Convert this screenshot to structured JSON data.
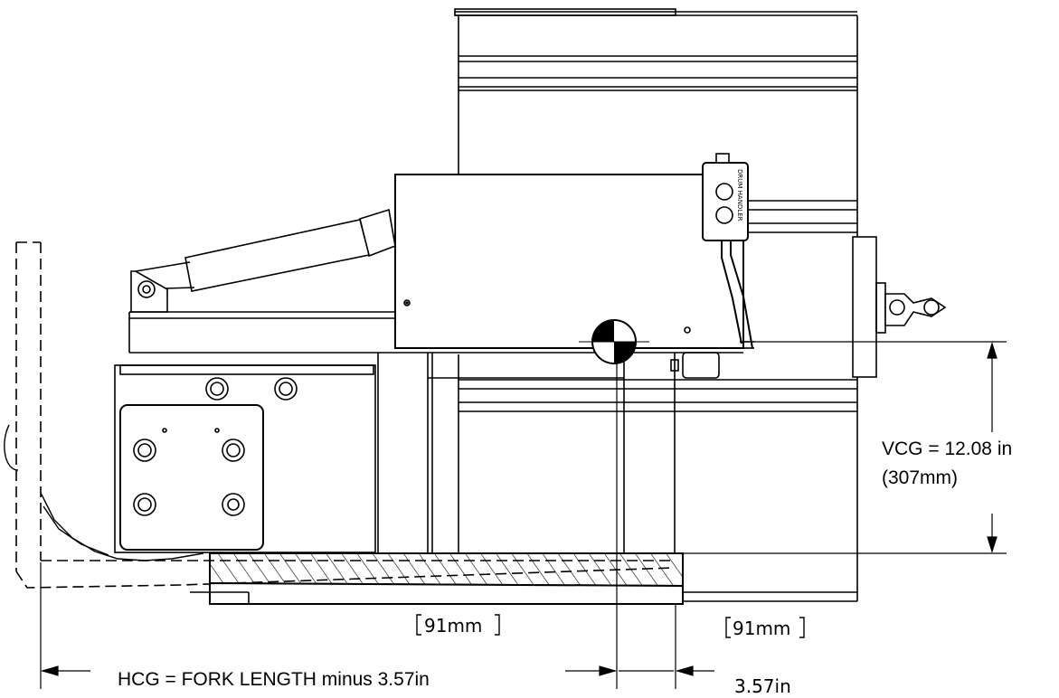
{
  "vcg": {
    "line1": "VCG = 12.08 in",
    "line2": "(307mm)"
  },
  "hcg": {
    "text": "HCG = FORK LENGTH minus 3.57in"
  },
  "dim_left": {
    "text": "91mm"
  },
  "dim_right": {
    "mm": "91mm",
    "inch": "3.57in"
  },
  "control_box": {
    "brand": "DRUM HANDLER"
  }
}
